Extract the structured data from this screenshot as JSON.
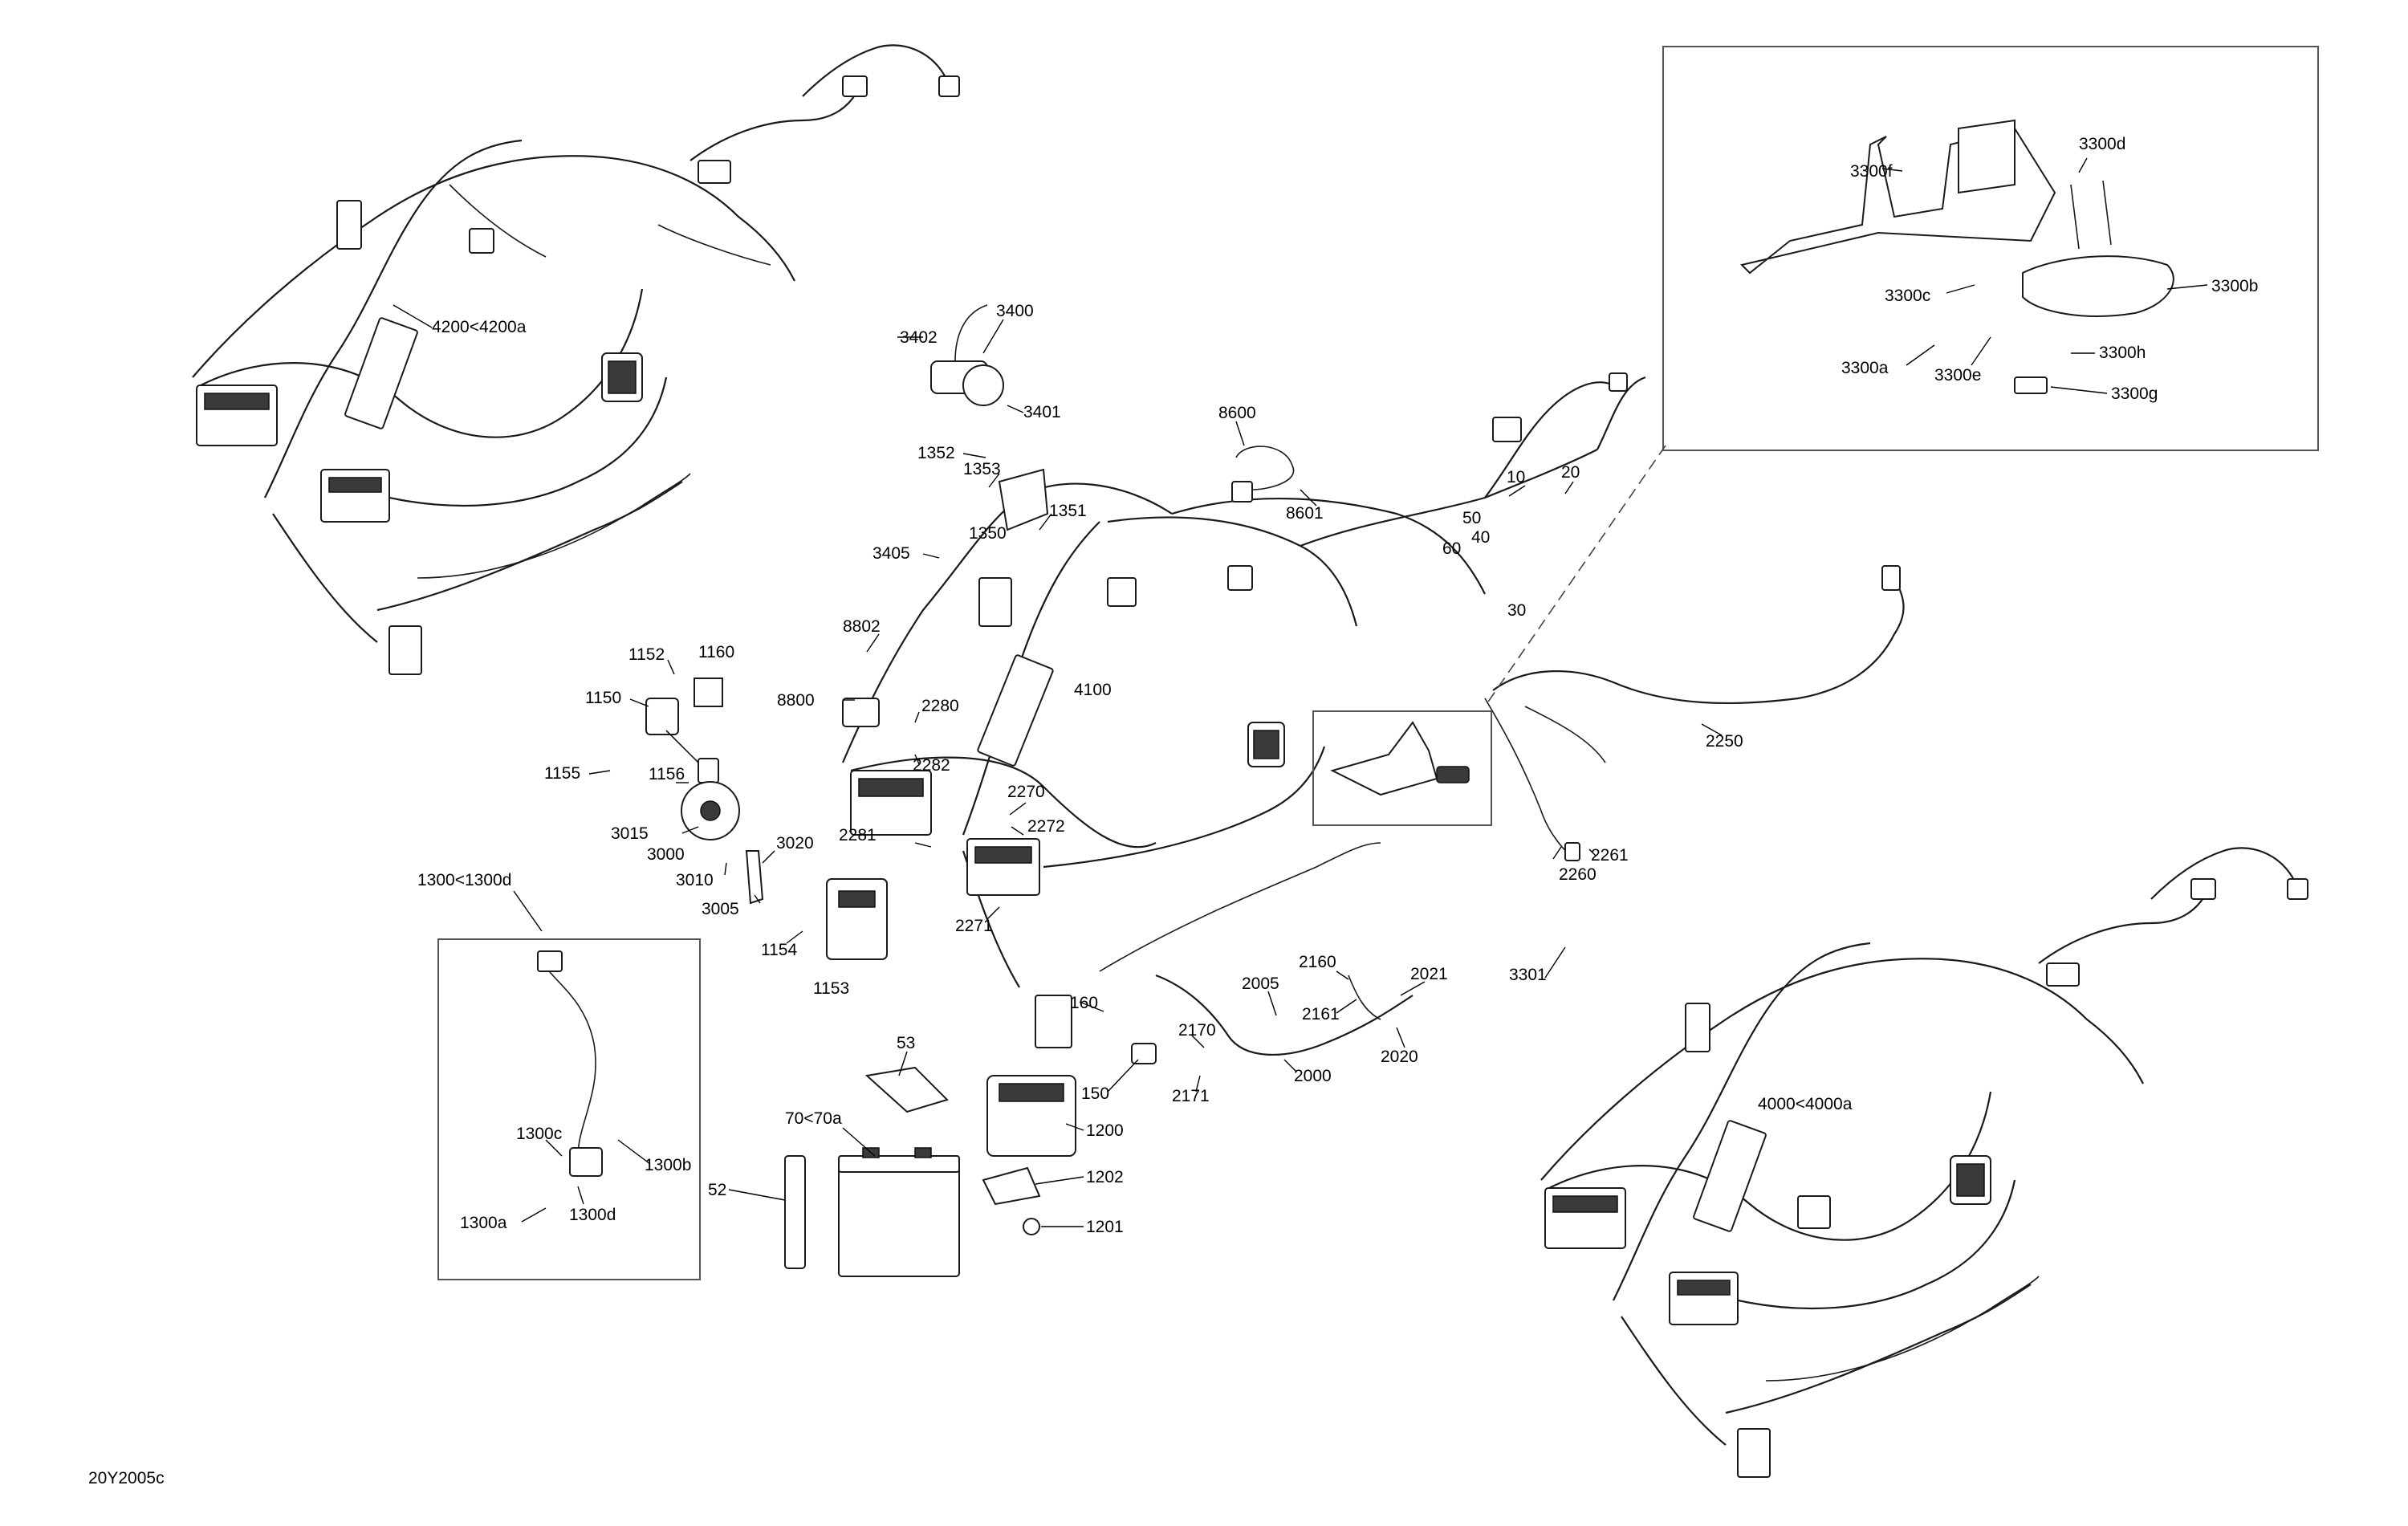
{
  "diagram_code": "20Y2005c",
  "callouts": [
    "4200<4200a",
    "3400",
    "3402",
    "3401",
    "1352",
    "1353",
    "1351",
    "1350",
    "3405",
    "8600",
    "8601",
    "10",
    "20",
    "50",
    "40",
    "60",
    "30",
    "8802",
    "8800",
    "2280",
    "2282",
    "4100",
    "1152",
    "1160",
    "1150",
    "1155",
    "1156",
    "3015",
    "3000",
    "3010",
    "3020",
    "3005",
    "2270",
    "2272",
    "2281",
    "2271",
    "1154",
    "1153",
    "2250",
    "2261",
    "2260",
    "1300<1300d",
    "1300c",
    "1300b",
    "1300a",
    "1300d",
    "53",
    "70<70a",
    "52",
    "1200",
    "1202",
    "1201",
    "160",
    "150",
    "2005",
    "2160",
    "2161",
    "2170",
    "2171",
    "2000",
    "2021",
    "2020",
    "3301",
    "4000<4000a",
    "3300d",
    "3300f",
    "3300b",
    "3300c",
    "3300a",
    "3300e",
    "3300h",
    "3300g"
  ]
}
